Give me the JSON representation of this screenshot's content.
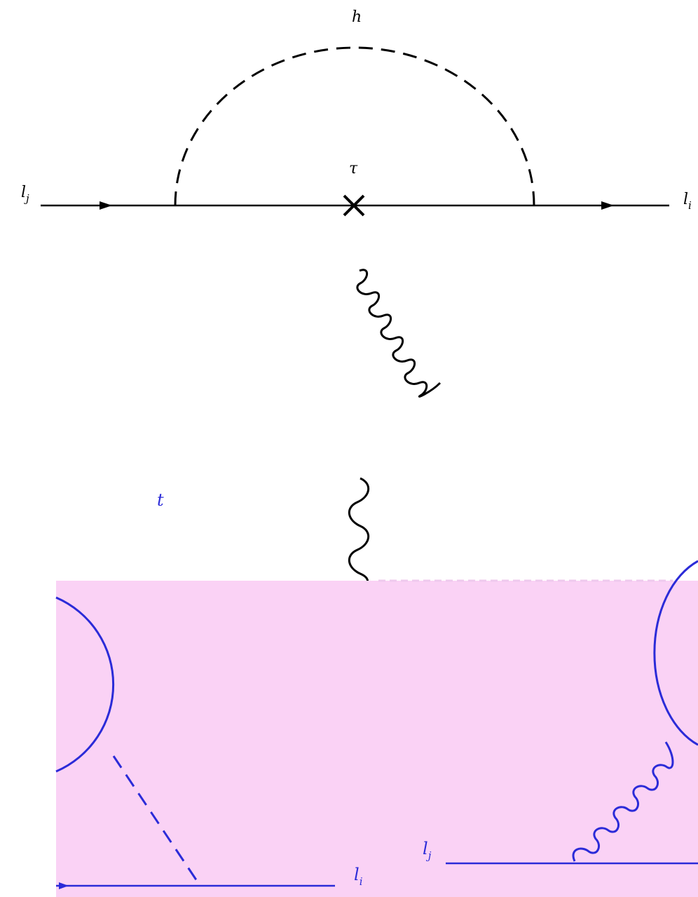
{
  "colors": {
    "background": "#ffffff",
    "ink": "#000000",
    "panel": "#fad2f5",
    "blue": "#2b2bd8"
  },
  "top_diagram": {
    "scalar_label": "h",
    "mass_insertion_label": "τ",
    "incoming": {
      "base": "l",
      "sub": "j"
    },
    "outgoing": {
      "base": "l",
      "sub": "i"
    }
  },
  "bottom_diagram": {
    "loop_label": "t",
    "outgoing": {
      "base": "l",
      "sub": "i"
    },
    "incoming": {
      "base": "l",
      "sub": "j"
    }
  }
}
